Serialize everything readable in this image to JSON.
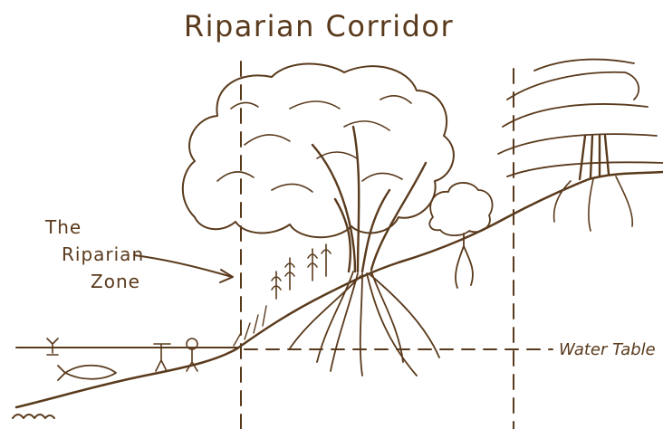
{
  "title": "Riparian Corridor",
  "labels": {
    "zone_line1": "The",
    "zone_line2": "Riparian",
    "zone_line3": "Zone",
    "water_table": "Water Table"
  },
  "colors": {
    "ink": "#5a3a1c",
    "background": "#ffffff"
  }
}
